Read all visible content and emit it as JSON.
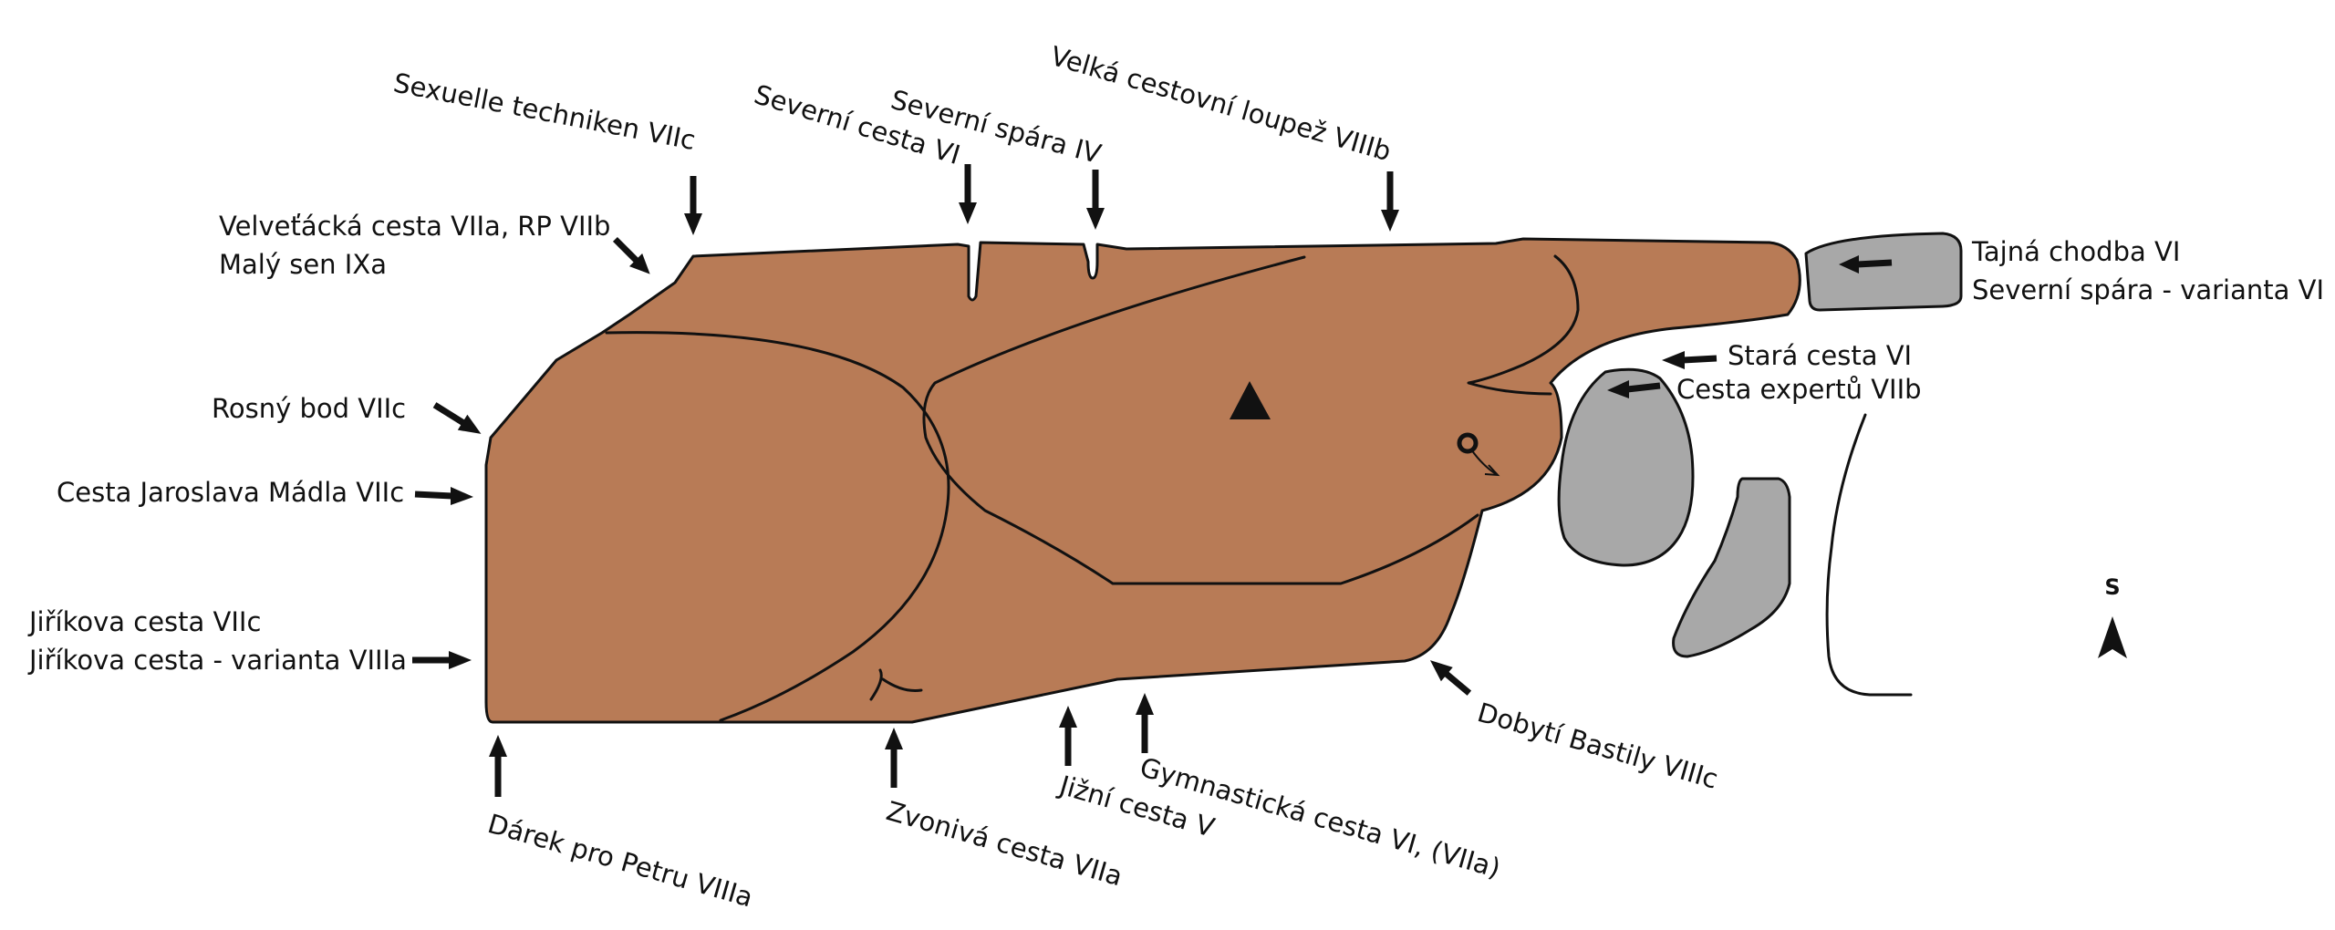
{
  "colors": {
    "rock": "#b87b56",
    "boulder": "#a8a8a8",
    "line": "#111111",
    "background": "#ffffff"
  },
  "compass_label": "S",
  "symbols": {
    "summit": "summit-triangle",
    "rappel": "rappel-ring"
  },
  "routes": [
    {
      "id": "sexuelle",
      "lines": [
        "Sexuelle techniken  VIIc"
      ]
    },
    {
      "id": "severni-cesta",
      "lines": [
        "Severní cesta  VI"
      ]
    },
    {
      "id": "severni-spara",
      "lines": [
        "Severní spára  IV"
      ]
    },
    {
      "id": "velka-loupez",
      "lines": [
        "Velká cestovní loupež  VIIIb"
      ]
    },
    {
      "id": "velvetacka",
      "lines": [
        "Velveťácká cesta  VIIa, RP VIIb",
        "Malý sen  IXa"
      ]
    },
    {
      "id": "tajna-chodba",
      "lines": [
        "Tajná chodba  VI",
        "Severní spára - varianta  VI"
      ]
    },
    {
      "id": "stara-cesta",
      "lines": [
        "Stará cesta  VI"
      ]
    },
    {
      "id": "cesta-expertu",
      "lines": [
        "Cesta expertů  VIIb"
      ]
    },
    {
      "id": "rosny-bod",
      "lines": [
        "Rosný bod  VIIc"
      ]
    },
    {
      "id": "madla",
      "lines": [
        "Cesta Jaroslava Mádla  VIIc"
      ]
    },
    {
      "id": "jirikova",
      "lines": [
        "Jiříkova cesta  VIIc",
        "Jiříkova cesta - varianta  VIIIa"
      ]
    },
    {
      "id": "darek",
      "lines": [
        "Dárek pro Petru  VIIIa"
      ]
    },
    {
      "id": "zvoniva",
      "lines": [
        "Zvonivá cesta  VIIa"
      ]
    },
    {
      "id": "jizni",
      "lines": [
        "Jižní cesta  V"
      ]
    },
    {
      "id": "gymnasticka",
      "lines": [
        "Gymnastická cesta  VI, (VIIa)"
      ]
    },
    {
      "id": "bastila",
      "lines": [
        "Dobytí Bastily  VIIIc"
      ]
    }
  ]
}
